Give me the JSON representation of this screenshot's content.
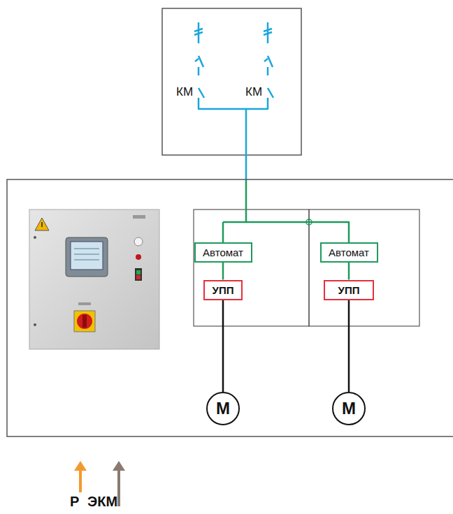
{
  "diagram": {
    "nodes": [
      {
        "text": [
          "Автомат"
        ]
      },
      {
        "text": [
          "УПП"
        ]
      },
      {
        "text": [
          "М"
        ]
      },
      {
        "text": [
          "Автомат"
        ]
      },
      {
        "text": [
          "УПП"
        ]
      },
      {
        "text": [
          "М"
        ]
      }
    ],
    "edges": [
      {
        "from": 0,
        "to": 1,
        "arrow": "none"
      },
      {
        "from": 1,
        "to": 2,
        "arrow": "none"
      },
      {
        "from": 3,
        "to": 4,
        "arrow": "none"
      },
      {
        "from": 4,
        "to": 5,
        "arrow": "none"
      }
    ],
    "labels": [
      "КМ",
      "КМ",
      "Р",
      "ЭКМ"
    ]
  }
}
